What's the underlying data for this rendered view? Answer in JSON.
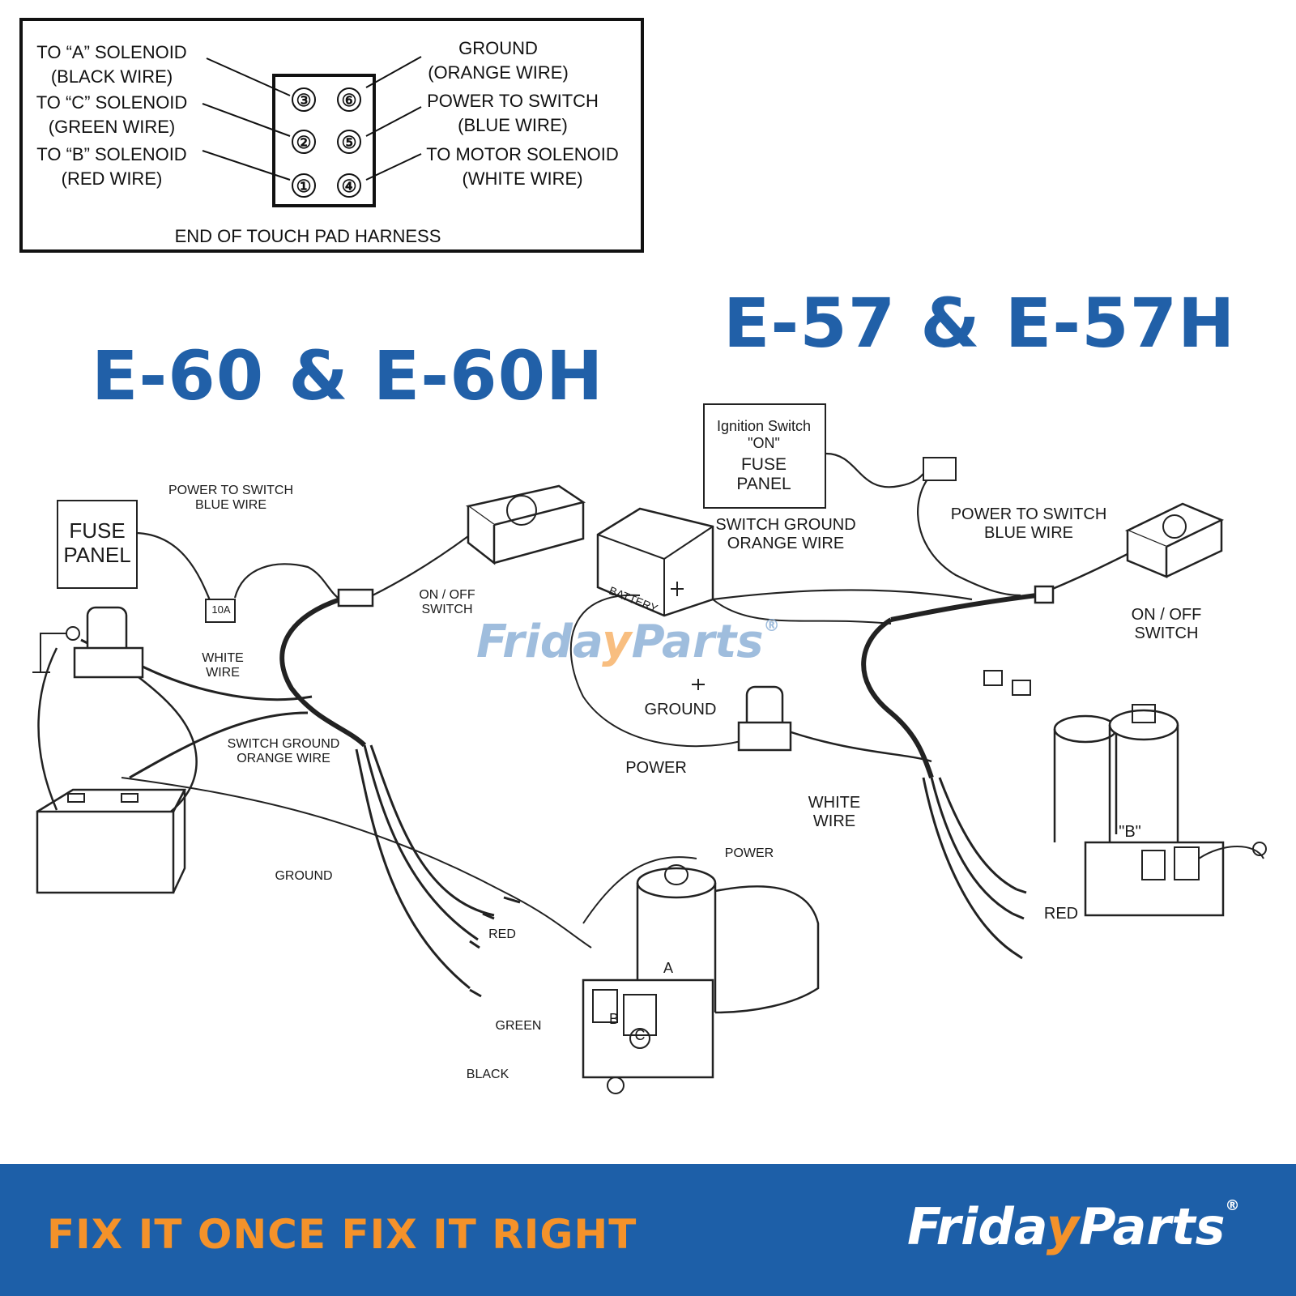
{
  "harness": {
    "left_labels": [
      {
        "title": "TO “A” SOLENOID",
        "wire": "(BLACK WIRE)"
      },
      {
        "title": "TO “C” SOLENOID",
        "wire": "(GREEN WIRE)"
      },
      {
        "title": "TO “B” SOLENOID",
        "wire": "(RED WIRE)"
      }
    ],
    "right_labels": [
      {
        "title": "GROUND",
        "wire": "(ORANGE WIRE)"
      },
      {
        "title": "POWER TO SWITCH",
        "wire": "(BLUE WIRE)"
      },
      {
        "title": "TO MOTOR SOLENOID",
        "wire": "(WHITE WIRE)"
      }
    ],
    "pins": [
      "③",
      "⑥",
      "②",
      "⑤",
      "①",
      "④"
    ],
    "caption": "END OF TOUCH PAD HARNESS"
  },
  "models": {
    "left": "E-60 & E-60H",
    "right": "E-57 & E-57H"
  },
  "left_diagram": {
    "fuse_panel": [
      "FUSE",
      "PANEL"
    ],
    "power_to_switch": [
      "POWER TO SWITCH",
      "BLUE WIRE"
    ],
    "fuse_rating": "10A",
    "on_off_switch": [
      "ON / OFF",
      "SWITCH"
    ],
    "white_wire": [
      "WHITE",
      "WIRE"
    ],
    "switch_ground": [
      "SWITCH GROUND",
      "ORANGE WIRE"
    ],
    "ground": "GROUND",
    "power": "POWER",
    "red": "RED",
    "green": "GREEN",
    "black": "BLACK",
    "valve_a": "A",
    "valve_b": "B",
    "valve_c": "C"
  },
  "right_diagram": {
    "ignition": [
      "Ignition Switch",
      "\"ON\""
    ],
    "fuse_panel": [
      "FUSE",
      "PANEL"
    ],
    "switch_ground": [
      "SWITCH GROUND",
      "ORANGE WIRE"
    ],
    "power_to_switch": [
      "POWER TO SWITCH",
      "BLUE WIRE"
    ],
    "on_off_switch": [
      "ON / OFF",
      "SWITCH"
    ],
    "ground": "GROUND",
    "power": "POWER",
    "white_wire": [
      "WHITE",
      "WIRE"
    ],
    "valve_b": "\"B\"",
    "red": "RED",
    "battery": "BATTERY"
  },
  "watermark": {
    "a": "Frida",
    "v": "y",
    "b": "Parts",
    "r": "®"
  },
  "footer": {
    "slogan": "FIX IT ONCE  FIX IT RIGHT",
    "logo_a": "Frida",
    "logo_v": "y",
    "logo_b": "Parts",
    "logo_r": "®"
  },
  "colors": {
    "model_blue": "#2160a8",
    "footer_blue": "#1d5fa8",
    "accent_orange": "#f4922a"
  }
}
